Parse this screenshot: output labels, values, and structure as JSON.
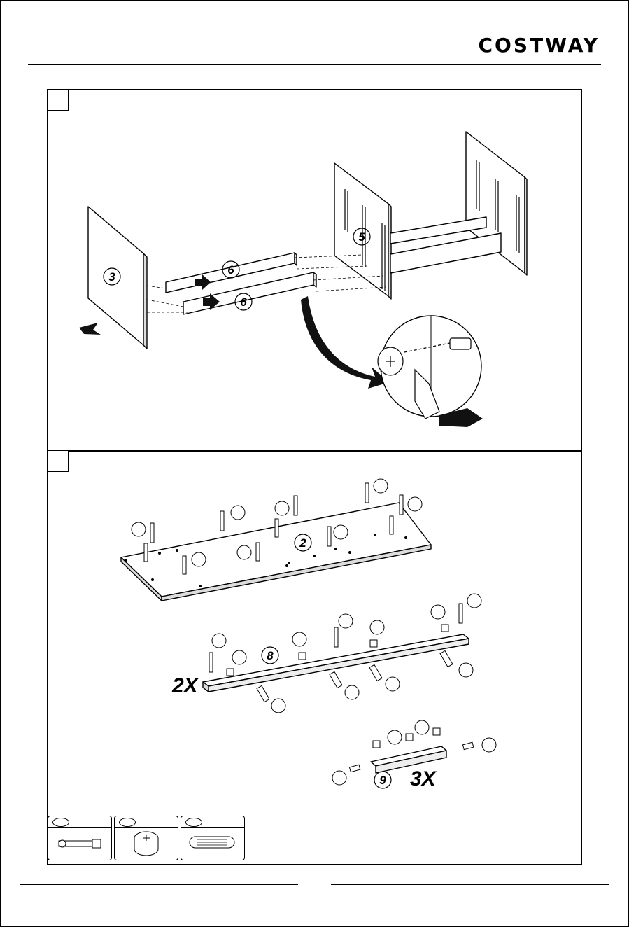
{
  "brand": {
    "logo_text": "COSTWAY"
  },
  "step_top": {
    "panel_labels": [
      "3",
      "6",
      "6",
      "5"
    ]
  },
  "step_bottom": {
    "panel_labels": [
      "2",
      "8",
      "9"
    ],
    "quantity_labels": [
      "2X",
      "3X"
    ]
  },
  "parts_legend": {
    "icons": [
      "cam-bolt-icon",
      "cam-lock-icon",
      "wooden-dowel-icon"
    ]
  }
}
